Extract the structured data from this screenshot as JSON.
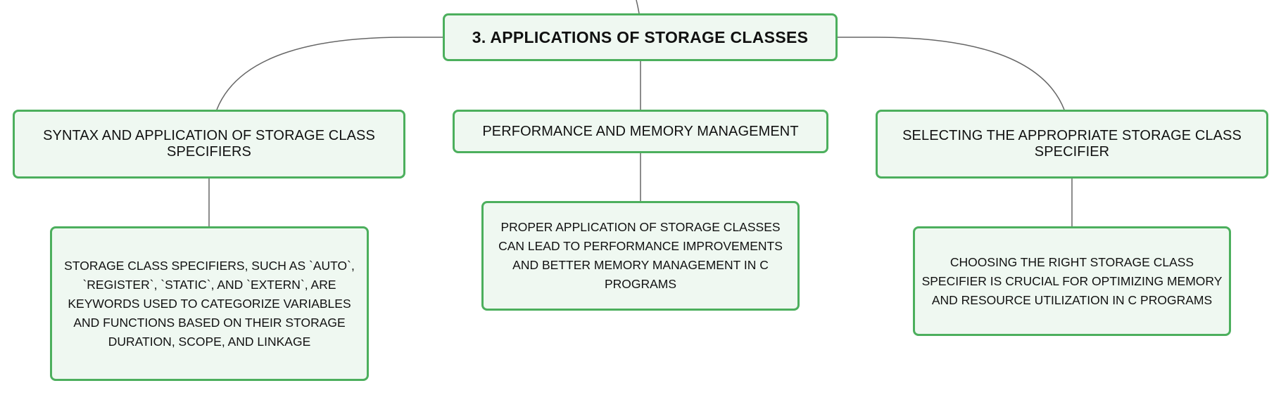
{
  "diagram": {
    "root": {
      "label": "3. APPLICATIONS OF STORAGE CLASSES"
    },
    "branches": [
      {
        "topic": "SYNTAX AND APPLICATION OF STORAGE CLASS SPECIFIERS",
        "detail": "STORAGE CLASS SPECIFIERS, SUCH AS `AUTO`, `REGISTER`, `STATIC`, AND `EXTERN`, ARE KEYWORDS USED TO CATEGORIZE VARIABLES AND FUNCTIONS BASED ON THEIR STORAGE DURATION, SCOPE, AND LINKAGE"
      },
      {
        "topic": "PERFORMANCE AND MEMORY MANAGEMENT",
        "detail": "PROPER APPLICATION OF STORAGE CLASSES CAN LEAD TO PERFORMANCE IMPROVEMENTS AND BETTER MEMORY MANAGEMENT IN C PROGRAMS"
      },
      {
        "topic": "SELECTING THE APPROPRIATE STORAGE CLASS SPECIFIER",
        "detail": "CHOOSING THE RIGHT STORAGE CLASS SPECIFIER IS CRUCIAL FOR OPTIMIZING MEMORY AND RESOURCE UTILIZATION IN C PROGRAMS"
      }
    ],
    "colors": {
      "node_border": "#4caf5d",
      "node_fill": "#eff8f1",
      "connector": "#666666"
    }
  }
}
